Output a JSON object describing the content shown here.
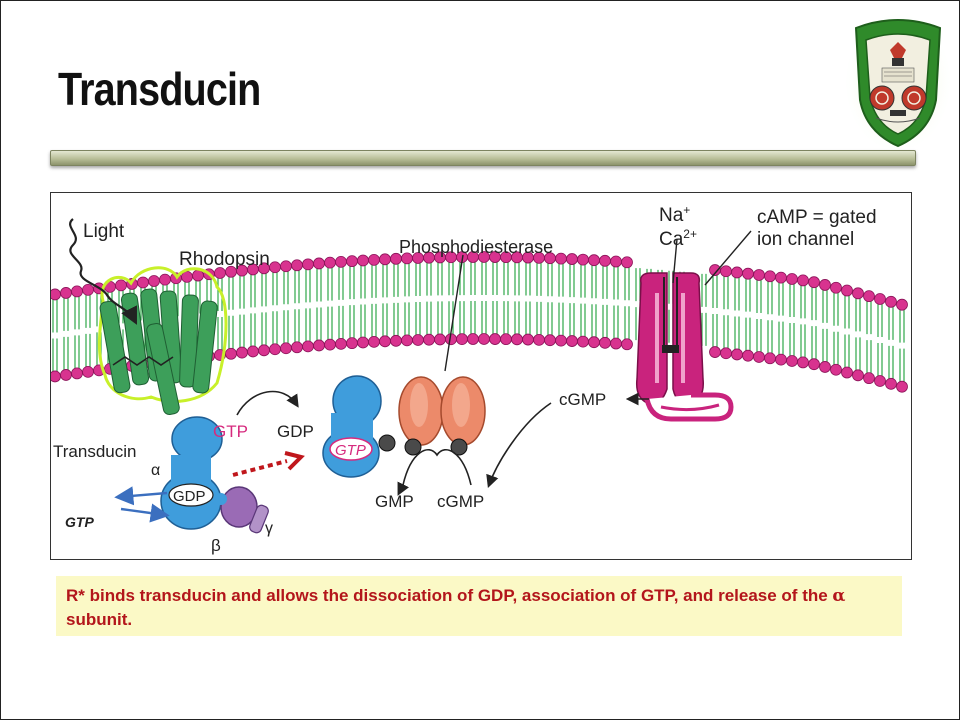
{
  "slide": {
    "title": "Transducin",
    "caption_before": "R* binds transducin and allows the dissociation of GDP, association of GTP, and release of the ",
    "caption_symbol": "α",
    "caption_after": " subunit."
  },
  "logo": {
    "ring_color": "#2f8a2a",
    "red_color": "#c0392b"
  },
  "diagram": {
    "labels": {
      "light": "Light",
      "rhodopsin": "Rhodopsin",
      "phosphodiesterase": "Phosphodiesterase",
      "na": "Na",
      "na_sup": "+",
      "ca": "Ca",
      "ca_sup": "2+",
      "camp_line1": "cAMP = gated",
      "camp_line2": "ion channel",
      "transducin": "Transducin",
      "gtp_top": "GTP",
      "gdp_top": "GDP",
      "gtp_bound": "GTP",
      "gdp_bound": "GDP",
      "alpha": "α",
      "beta": "β",
      "gamma": "γ",
      "gtp_arrow": "GTP",
      "gmp": "GMP",
      "cgmp_bottom": "cGMP",
      "cgmp_channel": "cGMP"
    },
    "colors": {
      "lipid_head": "#d8338f",
      "lipid_tail": "#2fa84a",
      "rhodopsin": "#3d9f5a",
      "rhodopsin_outline": "#c8f02a",
      "transducin_alpha": "#3f9ddc",
      "transducin_beta": "#9a6bb5",
      "pde": "#ec8a6a",
      "channel": "#c9237d",
      "gtp_text": "#d62a7e",
      "dash_arrow": "#c0171c",
      "blue_arrow": "#3b6fbf"
    }
  }
}
